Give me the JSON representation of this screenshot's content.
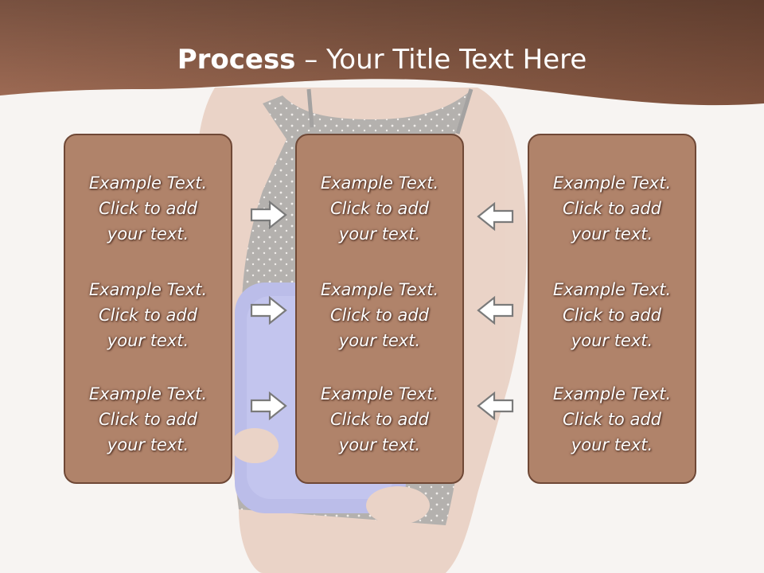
{
  "slide": {
    "title_bold": "Process",
    "title_rest": " – Your Title Text Here",
    "colors": {
      "header": "#8a5a45",
      "box_fill": "#b0836a",
      "box_border": "#6f4836",
      "arrow_stroke": "#7a7a7a",
      "arrow_fill": "#ffffff"
    },
    "columns": [
      {
        "items": [
          {
            "l1": "Example Text.",
            "l2": "Click  to add",
            "l3": "your text."
          },
          {
            "l1": "Example Text.",
            "l2": "Click  to add",
            "l3": "your text."
          },
          {
            "l1": "Example Text.",
            "l2": "Click  to add",
            "l3": "your text."
          }
        ]
      },
      {
        "items": [
          {
            "l1": "Example Text.",
            "l2": "Click  to add",
            "l3": "your text."
          },
          {
            "l1": "Example Text.",
            "l2": "Click  to add",
            "l3": "your text."
          },
          {
            "l1": "Example Text.",
            "l2": "Click  to add",
            "l3": "your text."
          }
        ]
      },
      {
        "items": [
          {
            "l1": "Example Text.",
            "l2": "Click  to add",
            "l3": "your text."
          },
          {
            "l1": "Example Text.",
            "l2": "Click  to add",
            "l3": "your text."
          },
          {
            "l1": "Example Text.",
            "l2": "Click  to add",
            "l3": "your text."
          }
        ]
      }
    ],
    "arrows": {
      "left_group": "right-arrow-icon",
      "right_group": "left-arrow-icon"
    }
  }
}
